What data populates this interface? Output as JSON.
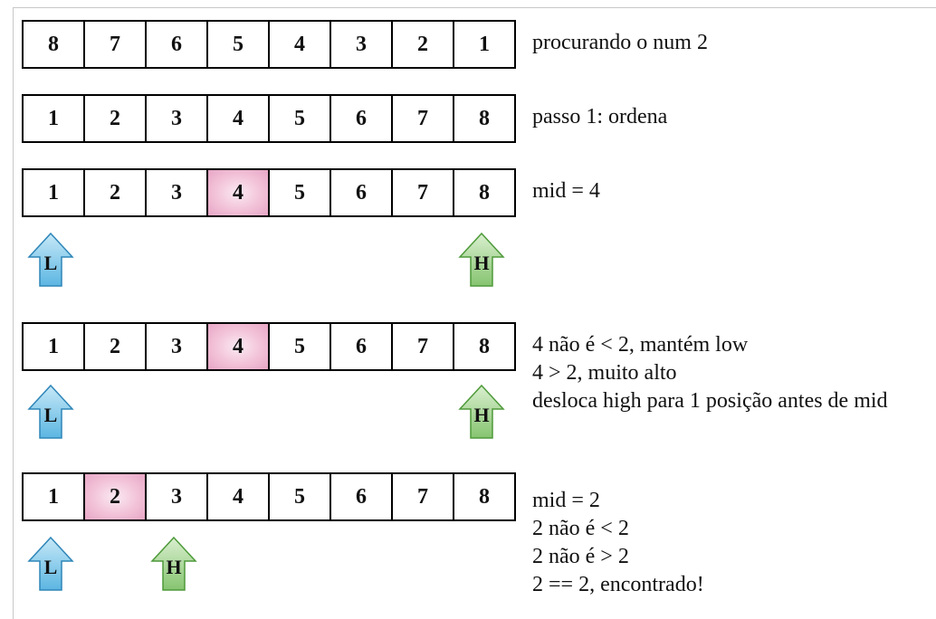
{
  "rows": [
    {
      "cells": [
        "8",
        "7",
        "6",
        "5",
        "4",
        "3",
        "2",
        "1"
      ],
      "caption": [
        "procurando o num 2"
      ]
    },
    {
      "cells": [
        "1",
        "2",
        "3",
        "4",
        "5",
        "6",
        "7",
        "8"
      ],
      "caption": [
        "passo 1: ordena"
      ]
    },
    {
      "cells": [
        "1",
        "2",
        "3",
        "4",
        "5",
        "6",
        "7",
        "8"
      ],
      "highlight": 3,
      "caption": [
        "mid = 4"
      ]
    },
    {
      "cells": [
        "1",
        "2",
        "3",
        "4",
        "5",
        "6",
        "7",
        "8"
      ],
      "highlight": 3,
      "caption": [
        "4 não é < 2, mantém low",
        "4 > 2, muito alto",
        "desloca high para 1 posição antes de mid"
      ]
    },
    {
      "cells": [
        "1",
        "2",
        "3",
        "4",
        "5",
        "6",
        "7",
        "8"
      ],
      "highlight": 1,
      "caption": [
        "mid = 2",
        "2 não é < 2",
        "2 não é > 2",
        "2 == 2, encontrado!"
      ]
    }
  ],
  "pointers": {
    "low_label": "L",
    "high_label": "H",
    "low_color": "#7fc8ea",
    "high_color": "#9fd48a"
  }
}
